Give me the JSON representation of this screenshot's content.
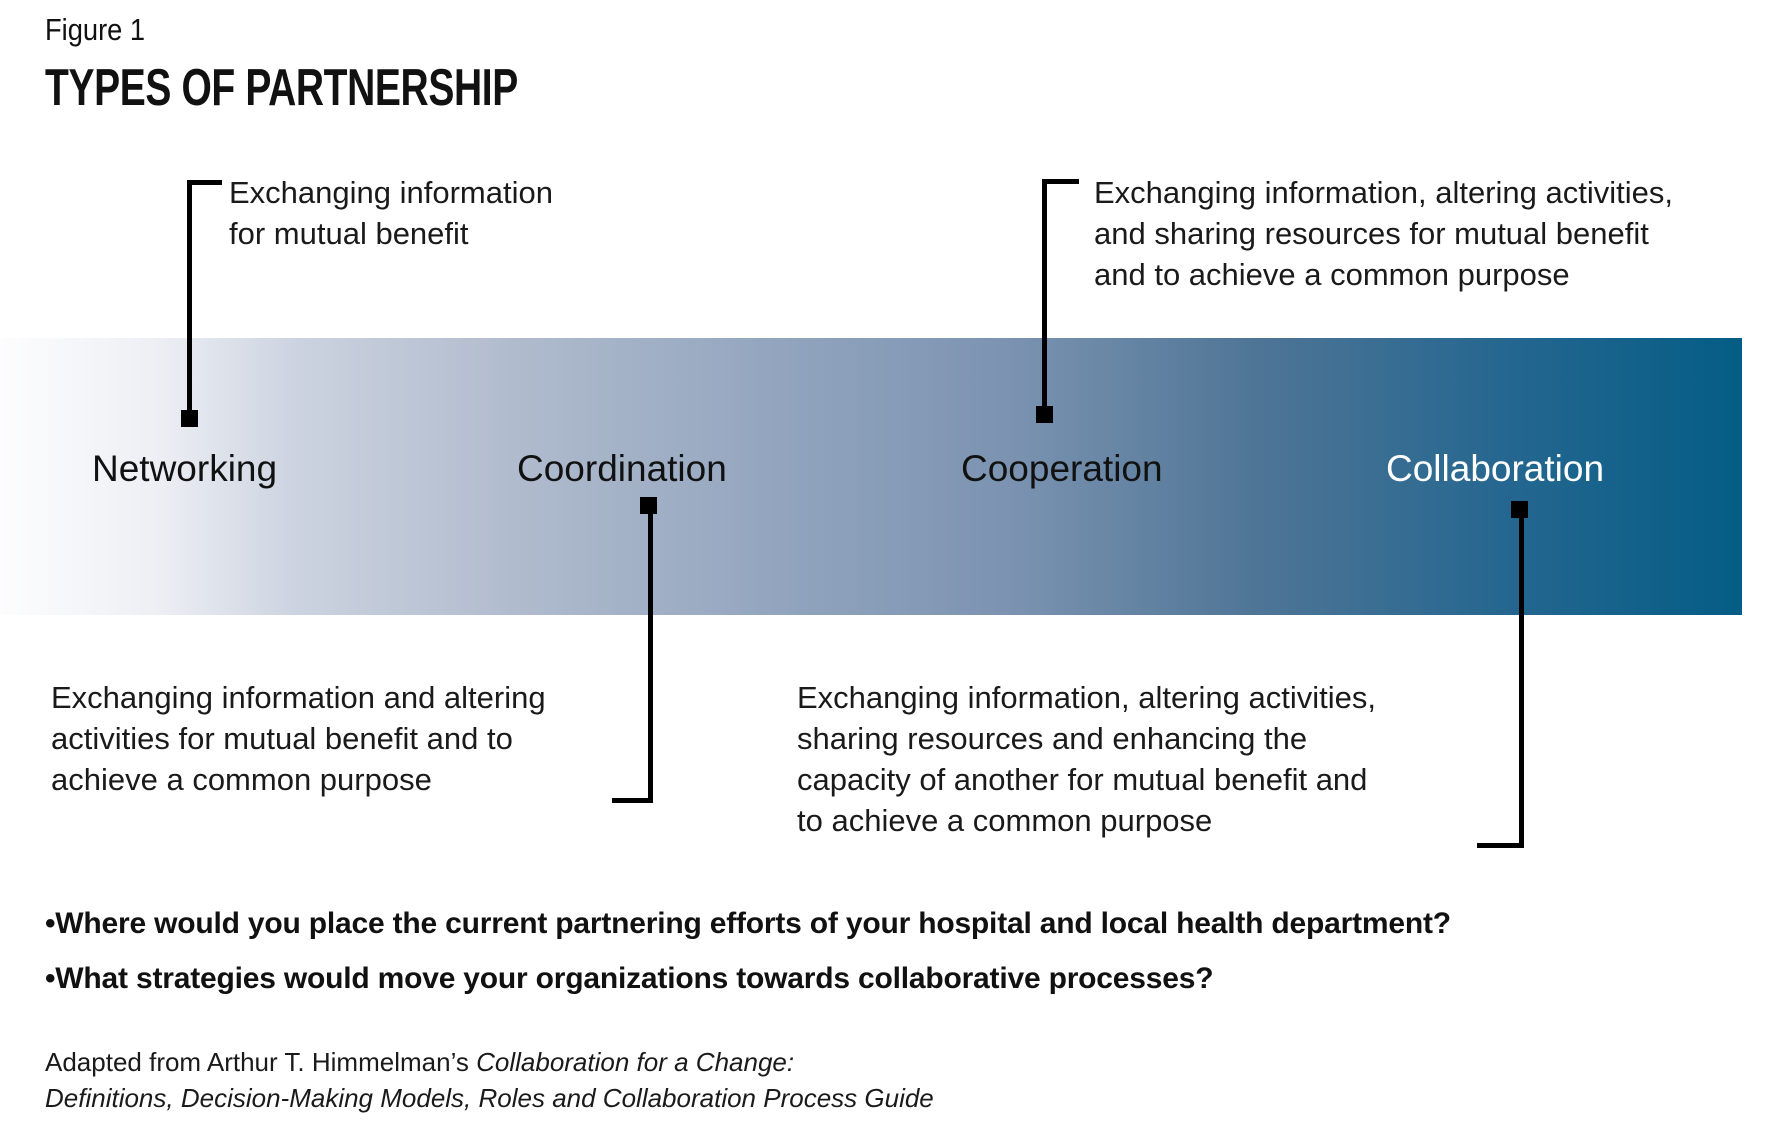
{
  "figure": {
    "label": "Figure 1",
    "title": "TYPES OF PARTNERSHIP"
  },
  "stages": {
    "networking": {
      "name": "Networking",
      "description": "Exchanging information\nfor mutual benefit"
    },
    "coordination": {
      "name": "Coordination",
      "description": "Exchanging information and altering\nactivities for mutual benefit and to\nachieve a common purpose"
    },
    "cooperation": {
      "name": "Cooperation",
      "description": "Exchanging information, altering activities,\nand sharing resources for mutual benefit\nand to achieve a common purpose"
    },
    "collaboration": {
      "name": "Collaboration",
      "description": "Exchanging information, altering activities,\nsharing resources and enhancing the\ncapacity of another for mutual benefit and\nto achieve a common purpose"
    }
  },
  "questions": [
    "•Where would you place the current partnering efforts of your hospital and local health department?",
    "•What strategies would move your organizations towards collaborative processes?"
  ],
  "attribution": {
    "prefix": "Adapted from Arthur T. Himmelman’s ",
    "italic_line1": "Collaboration for a Change:",
    "italic_line2": "Definitions, Decision-Making Models, Roles and Collaboration Process Guide"
  },
  "colors": {
    "bar_gradient_start": "#fdfdfe",
    "bar_gradient_end": "#045d86",
    "text": "#1a1a1a",
    "collaboration_label": "#ffffff",
    "connector": "#000000"
  }
}
